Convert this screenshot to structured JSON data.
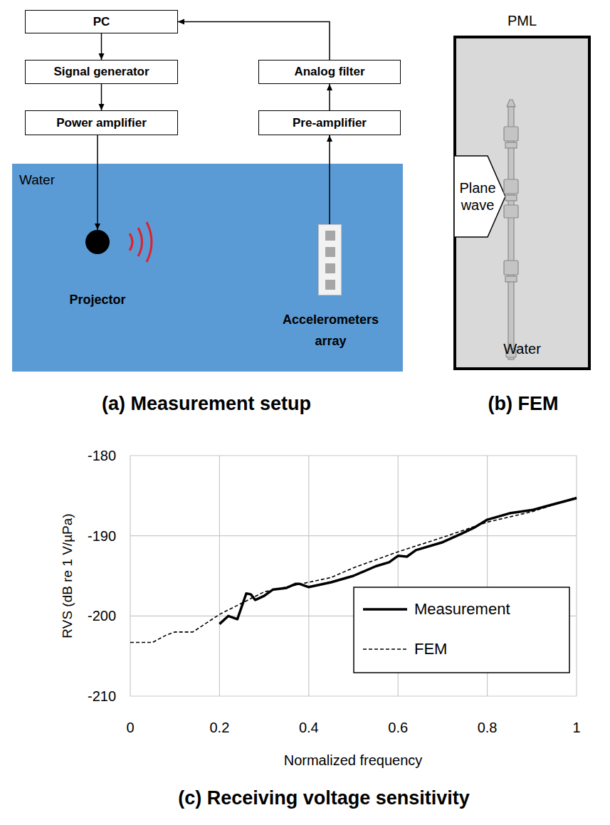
{
  "diagram": {
    "nodes": [
      {
        "text": [
          "PC"
        ]
      },
      {
        "text": [
          "Signal generator"
        ]
      },
      {
        "text": [
          "Power amplifier"
        ]
      },
      {
        "text": [
          "Analog filter"
        ]
      },
      {
        "text": [
          "Pre-amplifier"
        ]
      },
      {
        "text": [
          "Water"
        ]
      },
      {
        "text": [
          "Projector"
        ],
        "in": 5
      },
      {
        "text": [
          "Accelerometers array"
        ],
        "in": 5
      },
      {
        "text": [
          "PML",
          "Water"
        ]
      },
      {
        "text": [
          "Plane wave"
        ],
        "in": 8
      }
    ],
    "edges": [
      {
        "from": 0,
        "to": 1,
        "arrow": "to"
      },
      {
        "from": 1,
        "to": 2,
        "arrow": "to"
      },
      {
        "from": 2,
        "to": 6,
        "arrow": "to"
      },
      {
        "from": 7,
        "to": 4,
        "arrow": "to"
      },
      {
        "from": 4,
        "to": 3,
        "arrow": "to"
      },
      {
        "from": 3,
        "to": 0,
        "arrow": "to"
      }
    ],
    "labels": [
      "(a) Measurement setup",
      "(b) FEM",
      "RVS (dB re 1 V/µPa)",
      "-180",
      "-190",
      "-200",
      "-210",
      "0",
      "0.2",
      "0.4",
      "0.6",
      "0.8",
      "1",
      "Normalized frequency",
      "(c) Receiving voltage sensitivity"
    ],
    "legend": [
      {
        "text": "Measurement"
      },
      {
        "text": "FEM"
      }
    ]
  }
}
